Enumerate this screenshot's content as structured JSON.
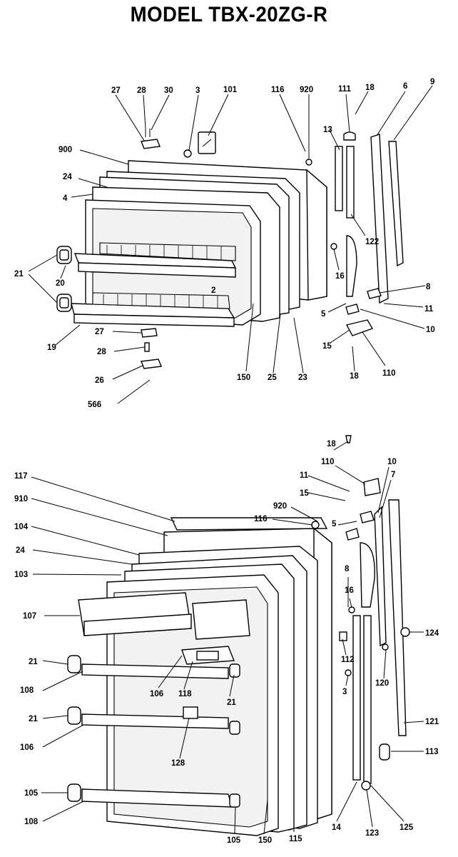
{
  "title": "MODEL TBX-20ZG-R",
  "freezer_door_callouts": {
    "c27a": "27",
    "c28a": "28",
    "c30": "30",
    "c3a": "3",
    "c101": "101",
    "c116a": "116",
    "c920a": "920",
    "c111": "111",
    "c18a": "18",
    "c6": "6",
    "c9": "9",
    "c900": "900",
    "c24a": "24",
    "c4": "4",
    "c13": "13",
    "c122": "122",
    "c21a": "21",
    "c20": "20",
    "c2": "2",
    "c16a": "16",
    "c8a": "8",
    "c11a": "11",
    "c5a": "5",
    "c10a": "10",
    "c15a": "15",
    "c19": "19",
    "c27b": "27",
    "c28b": "28",
    "c26": "26",
    "c566": "566",
    "c150a": "150",
    "c25": "25",
    "c23": "23",
    "c18b": "18",
    "c110a": "110"
  },
  "fresh_food_door_callouts": {
    "c18c": "18",
    "c110b": "110",
    "c10b": "10",
    "c11b": "11",
    "c7": "7",
    "c15b": "15",
    "c920b": "920",
    "c5b": "5",
    "c116b": "116",
    "c117": "117",
    "c910": "910",
    "c104": "104",
    "c24b": "24",
    "c103": "103",
    "c8b": "8",
    "c16b": "16",
    "c107": "107",
    "c124": "124",
    "c21b": "21",
    "c112": "112",
    "c3b": "3",
    "c108a": "108",
    "c106a": "106",
    "c118": "118",
    "c21c": "21",
    "c120": "120",
    "c121": "121",
    "c21d": "21",
    "c106b": "106",
    "c128": "128",
    "c113": "113",
    "c105a": "105",
    "c108b": "108",
    "c105b": "105",
    "c150b": "150",
    "c115": "115",
    "c14": "14",
    "c123": "123",
    "c125": "125"
  }
}
